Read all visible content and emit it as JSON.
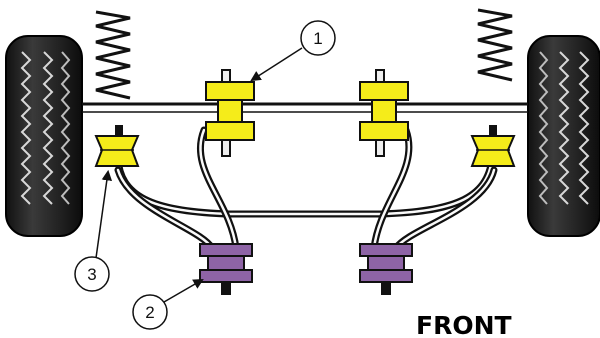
{
  "diagram": {
    "front_label": "FRONT",
    "callouts": [
      {
        "number": "1"
      },
      {
        "number": "2"
      },
      {
        "number": "3"
      }
    ],
    "colors": {
      "upper_bush": "#f5ec1a",
      "lower_bush": "#8e64a6",
      "outline": "#111111",
      "tyre": "#1f1f1f",
      "tyre_sidewall": "#e8e8e8"
    }
  }
}
